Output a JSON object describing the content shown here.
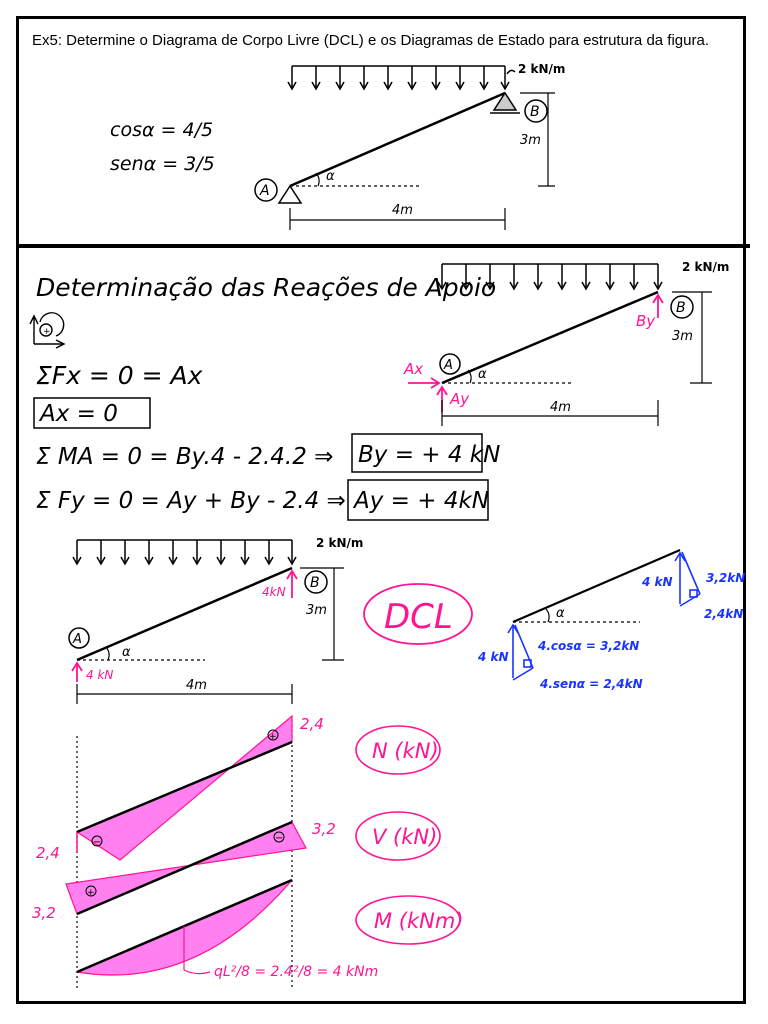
{
  "statement": "Ex5: Determine o Diagrama de Corpo Livre (DCL) e os Diagramas de Estado para estrutura da figura.",
  "colors": {
    "ink": "#000000",
    "magenta": "#ff1493",
    "blue": "#1a33ff",
    "fill": "#ff80ee"
  },
  "problem": {
    "load": "2 kN/m",
    "cos": "cosα = 4/5",
    "sen": "senα = 3/5",
    "alpha": "α",
    "node_a": "A",
    "node_b": "B",
    "height": "3m",
    "span": "4m"
  },
  "reactions": {
    "title": "Determinação das Reações de Apoio",
    "sign_convention": "+",
    "load": "2 kN/m",
    "ax_label": "Ax",
    "ay_label": "Ay",
    "by_label": "By",
    "height": "3m",
    "span": "4m",
    "eq_fx": "ΣFx = 0 = Ax",
    "res_ax": "Ax = 0",
    "eq_ma": "Σ MA = 0 = By.4 - 2.4.2 ⇒",
    "res_by": "By = + 4 kN",
    "eq_fy": "Σ Fy = 0 = Ay + By - 2.4  ⇒",
    "res_ay": "Ay = + 4kN"
  },
  "dcl": {
    "load": "2 kN/m",
    "force_a": "4 kN",
    "force_b": "4kN",
    "height": "3m",
    "span": "4m",
    "label": "DCL",
    "blue_force_a": "4 kN",
    "blue_force_b": "4 kN",
    "comp_cos_a": "4.cosα = 3,2kN",
    "comp_sen_a": "4.senα = 2,4kN",
    "comp_b_top": "3,2kN",
    "comp_b_bottom": "2,4kN"
  },
  "diagrams": {
    "n_label": "N (kN)",
    "v_label": "V (kN)",
    "m_label": "M (kNm)",
    "n_right": "2,4",
    "n_left": "2,4",
    "v_right": "3,2",
    "v_left": "3,2",
    "plus": "+",
    "minus": "−",
    "moment_formula": "qL²/8 = 2.4²/8 = 4 kNm"
  }
}
